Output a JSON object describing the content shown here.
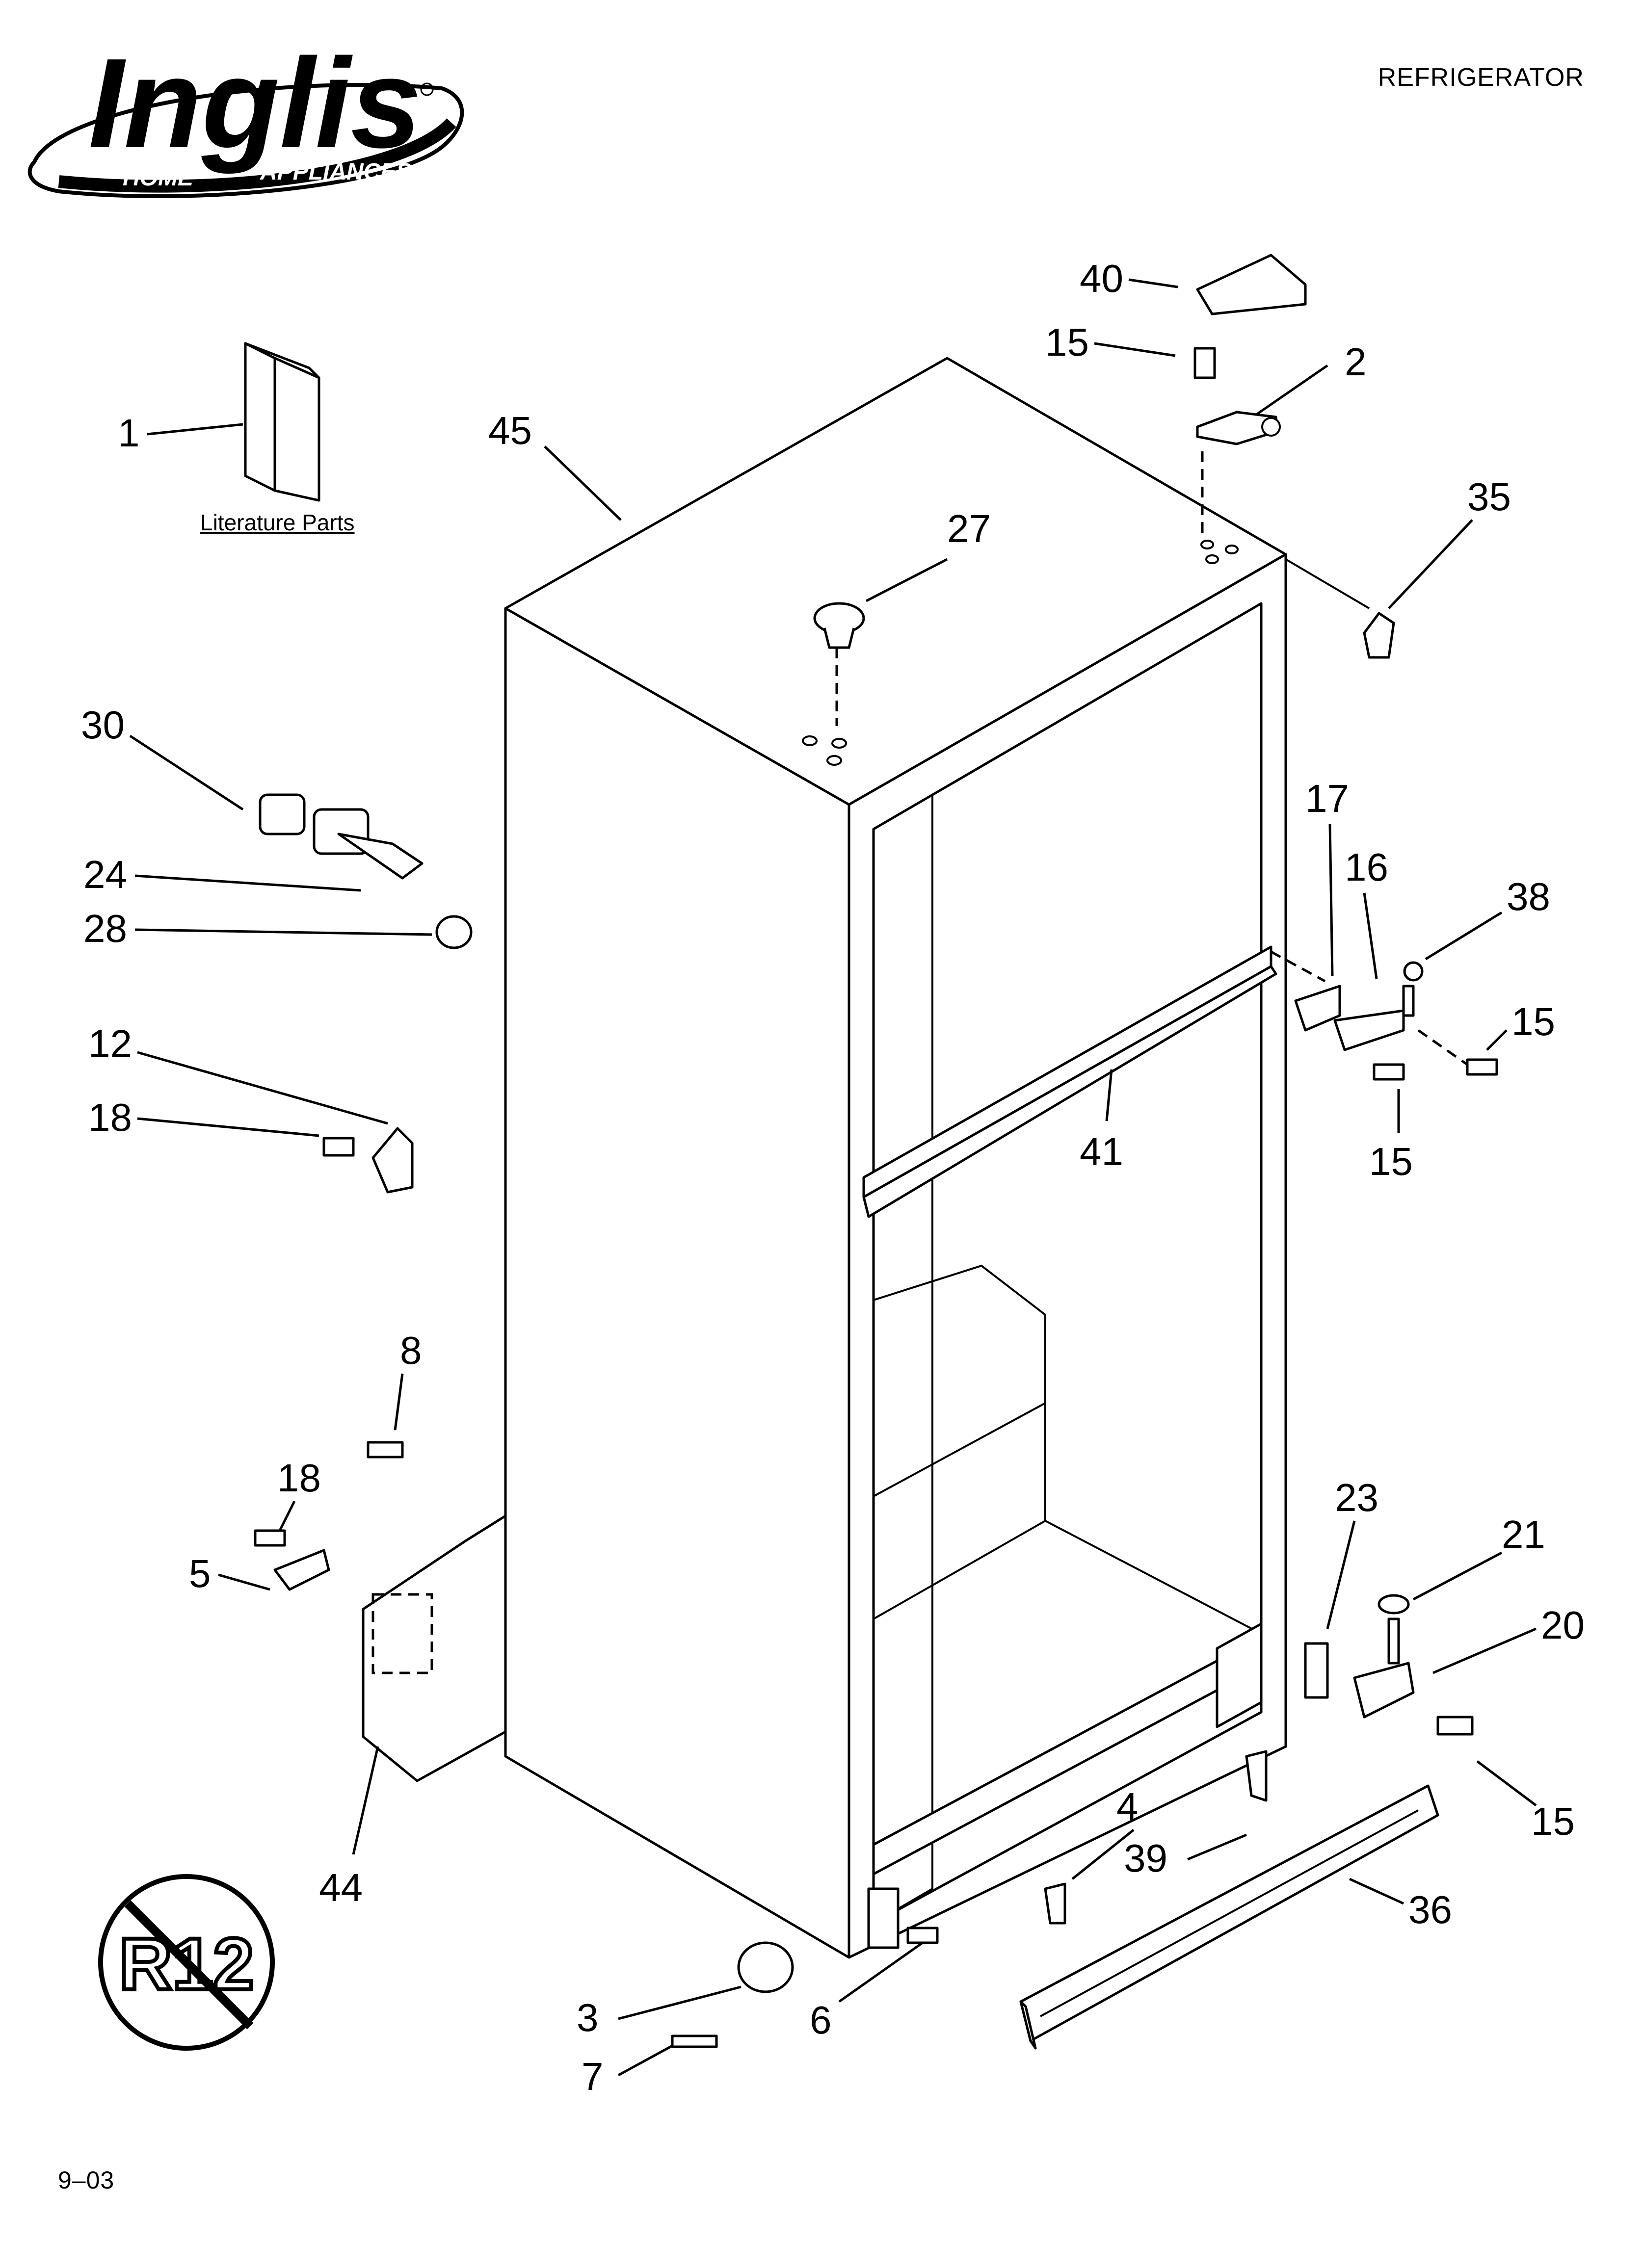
{
  "header": {
    "brand": "Inglis",
    "brand_sub_left": "HOME",
    "brand_sub_right": "APPLIANCES",
    "title": "REFRIGERATOR"
  },
  "literature_label": "Literature Parts",
  "footer": {
    "date_code": "9–03"
  },
  "badge": {
    "text": "R12"
  },
  "callouts": {
    "c1": "1",
    "c2": "2",
    "c3": "3",
    "c4": "4",
    "c5": "5",
    "c6": "6",
    "c7": "7",
    "c8": "8",
    "c12": "12",
    "c15a": "15",
    "c15b": "15",
    "c15c": "15",
    "c15d": "15",
    "c16": "16",
    "c17": "17",
    "c18a": "18",
    "c18b": "18",
    "c20": "20",
    "c21": "21",
    "c23": "23",
    "c24": "24",
    "c27": "27",
    "c28": "28",
    "c30": "30",
    "c35": "35",
    "c36": "36",
    "c38": "38",
    "c39": "39",
    "c40": "40",
    "c41": "41",
    "c44": "44",
    "c45": "45"
  }
}
